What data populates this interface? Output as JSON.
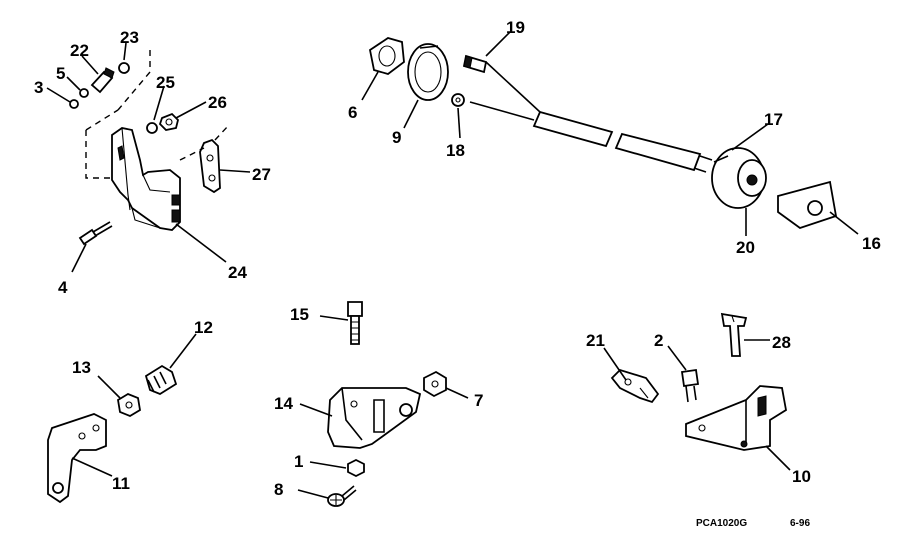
{
  "diagram": {
    "callouts": [
      "1",
      "2",
      "3",
      "4",
      "5",
      "6",
      "7",
      "8",
      "9",
      "10",
      "11",
      "12",
      "13",
      "14",
      "15",
      "16",
      "17",
      "18",
      "19",
      "20",
      "21",
      "22",
      "23",
      "24",
      "25",
      "26",
      "27",
      "28"
    ],
    "reference_code": "PCA1020G",
    "date_code": "6-96"
  }
}
